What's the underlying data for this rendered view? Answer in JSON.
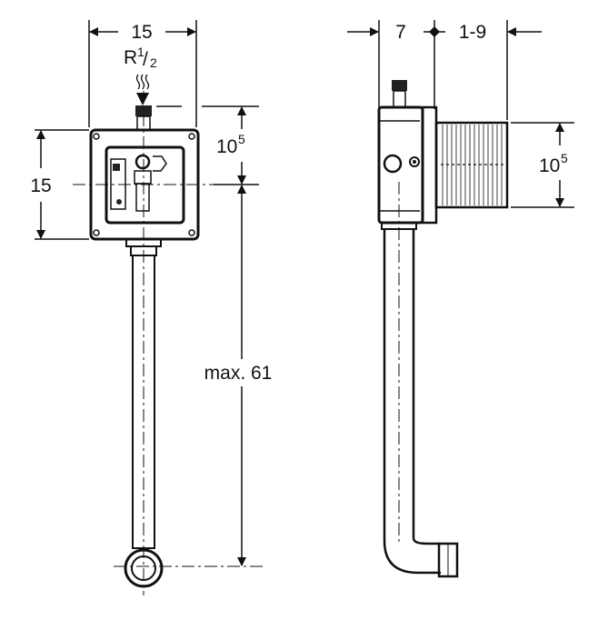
{
  "front_view": {
    "width_dim": "15",
    "thread_label_main": "R",
    "thread_label_num": "1",
    "thread_label_den": "2",
    "height_dim": "15",
    "inlet_offset_dim_base": "10",
    "inlet_offset_dim_sup": "5",
    "pipe_length_dim": "max. 61"
  },
  "side_view": {
    "depth_dim": "7",
    "adjust_dim": "1-9",
    "sleeve_dim_base": "10",
    "sleeve_dim_sup": "5"
  },
  "colors": {
    "line": "#111111",
    "background": "#ffffff"
  }
}
